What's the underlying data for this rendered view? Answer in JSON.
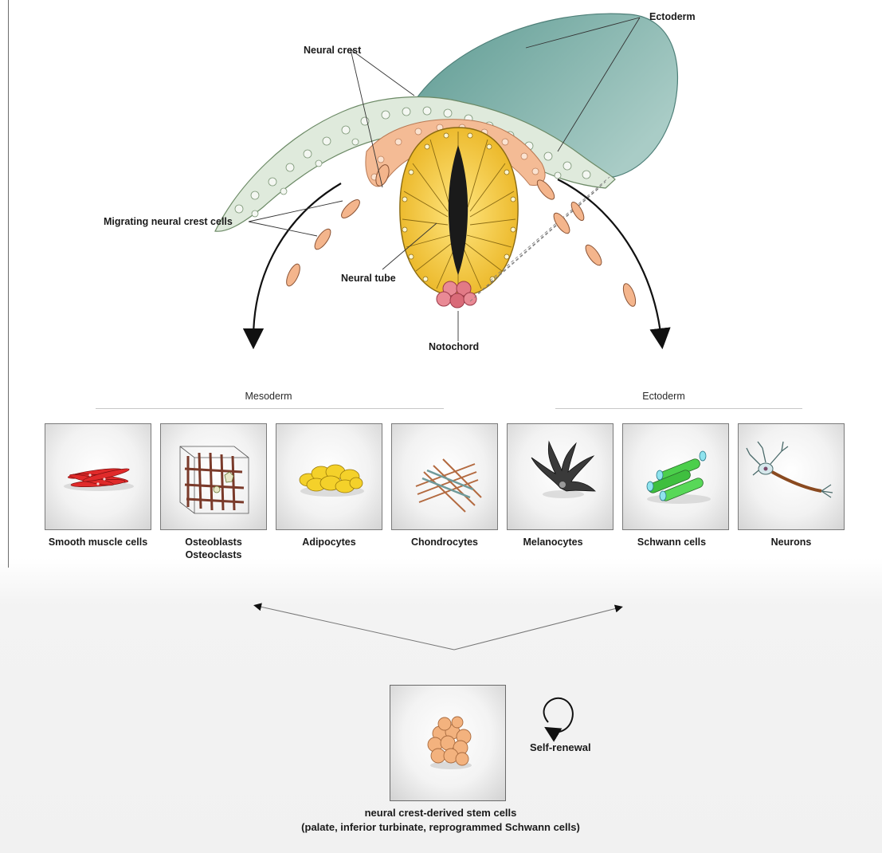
{
  "labels": {
    "neural_crest": "Neural crest",
    "ectoderm_top": "Ectoderm",
    "migrating_cells": "Migrating neural crest cells",
    "neural_tube": "Neural tube",
    "notochord": "Notochord"
  },
  "groups": {
    "mesoderm": "Mesoderm",
    "ectoderm": "Ectoderm"
  },
  "cell_types": [
    {
      "lines": [
        "Smooth muscle cells"
      ]
    },
    {
      "lines": [
        "Osteoblasts",
        "Osteoclasts"
      ]
    },
    {
      "lines": [
        "Adipocytes"
      ]
    },
    {
      "lines": [
        "Chondrocytes"
      ]
    },
    {
      "lines": [
        "Melanocytes"
      ]
    },
    {
      "lines": [
        "Schwann cells"
      ]
    },
    {
      "lines": [
        "Neurons"
      ]
    }
  ],
  "self_renewal": "Self-renewal",
  "stem_cells": {
    "line1": "neural crest-derived stem cells",
    "line2": "(palate, inferior turbinate, reprogrammed Schwann cells)"
  },
  "colors": {
    "ectoderm_teal": "#7fb0a8",
    "neural_tube_yellow": "#f2c531",
    "neural_crest_peach": "#f2ae86",
    "notochord_pink": "#e27a86",
    "stem_cell_peach": "#f3b27e"
  }
}
